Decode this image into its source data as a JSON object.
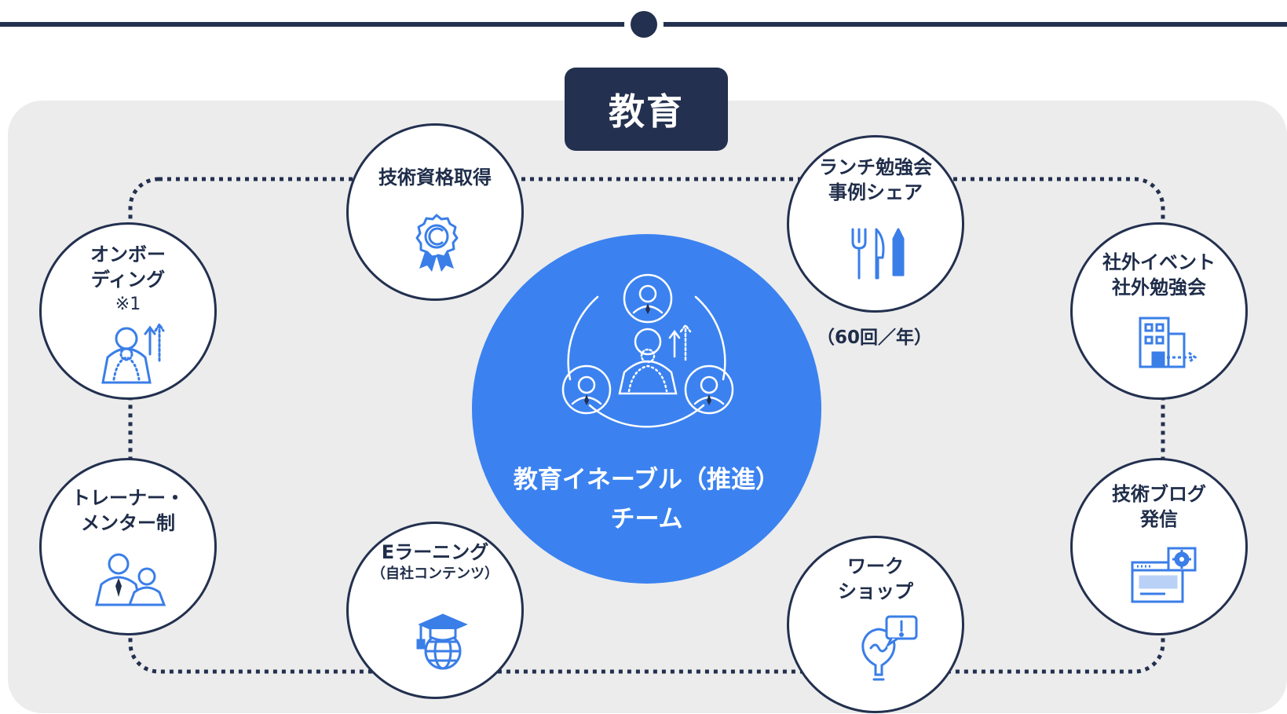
{
  "header": {
    "title": "教育"
  },
  "center": {
    "line1": "教育イネーブル（推進）",
    "line2": "チーム"
  },
  "nodes": {
    "qualification": {
      "label": "技術資格取得"
    },
    "lunch": {
      "line1": "ランチ勉強会",
      "line2": "事例シェア",
      "frequency": "（60回／年）"
    },
    "onboarding": {
      "line1": "オンボー",
      "line2": "ディング",
      "note": "※1"
    },
    "external": {
      "line1": "社外イベント",
      "line2": "社外勉強会"
    },
    "trainer": {
      "line1": "トレーナー・",
      "line2": "メンター制"
    },
    "blog": {
      "line1": "技術ブログ",
      "line2": "発信"
    },
    "elearning": {
      "line1": "Eラーニング",
      "line2": "（自社コンテンツ）"
    },
    "workshop": {
      "line1": "ワーク",
      "line2": "ショップ"
    }
  },
  "colors": {
    "navy": "#23304f",
    "accent_blue": "#3b82f0",
    "panel": "#ececec",
    "icon_blue": "#3a7ee8"
  },
  "icons": [
    "award-ribbon-icon",
    "cutlery-pencil-icon",
    "person-growth-icon",
    "building-exit-icon",
    "mentor-pair-icon",
    "browser-gear-icon",
    "graduation-globe-icon",
    "lightbulb-idea-icon",
    "team-cycle-icon"
  ]
}
